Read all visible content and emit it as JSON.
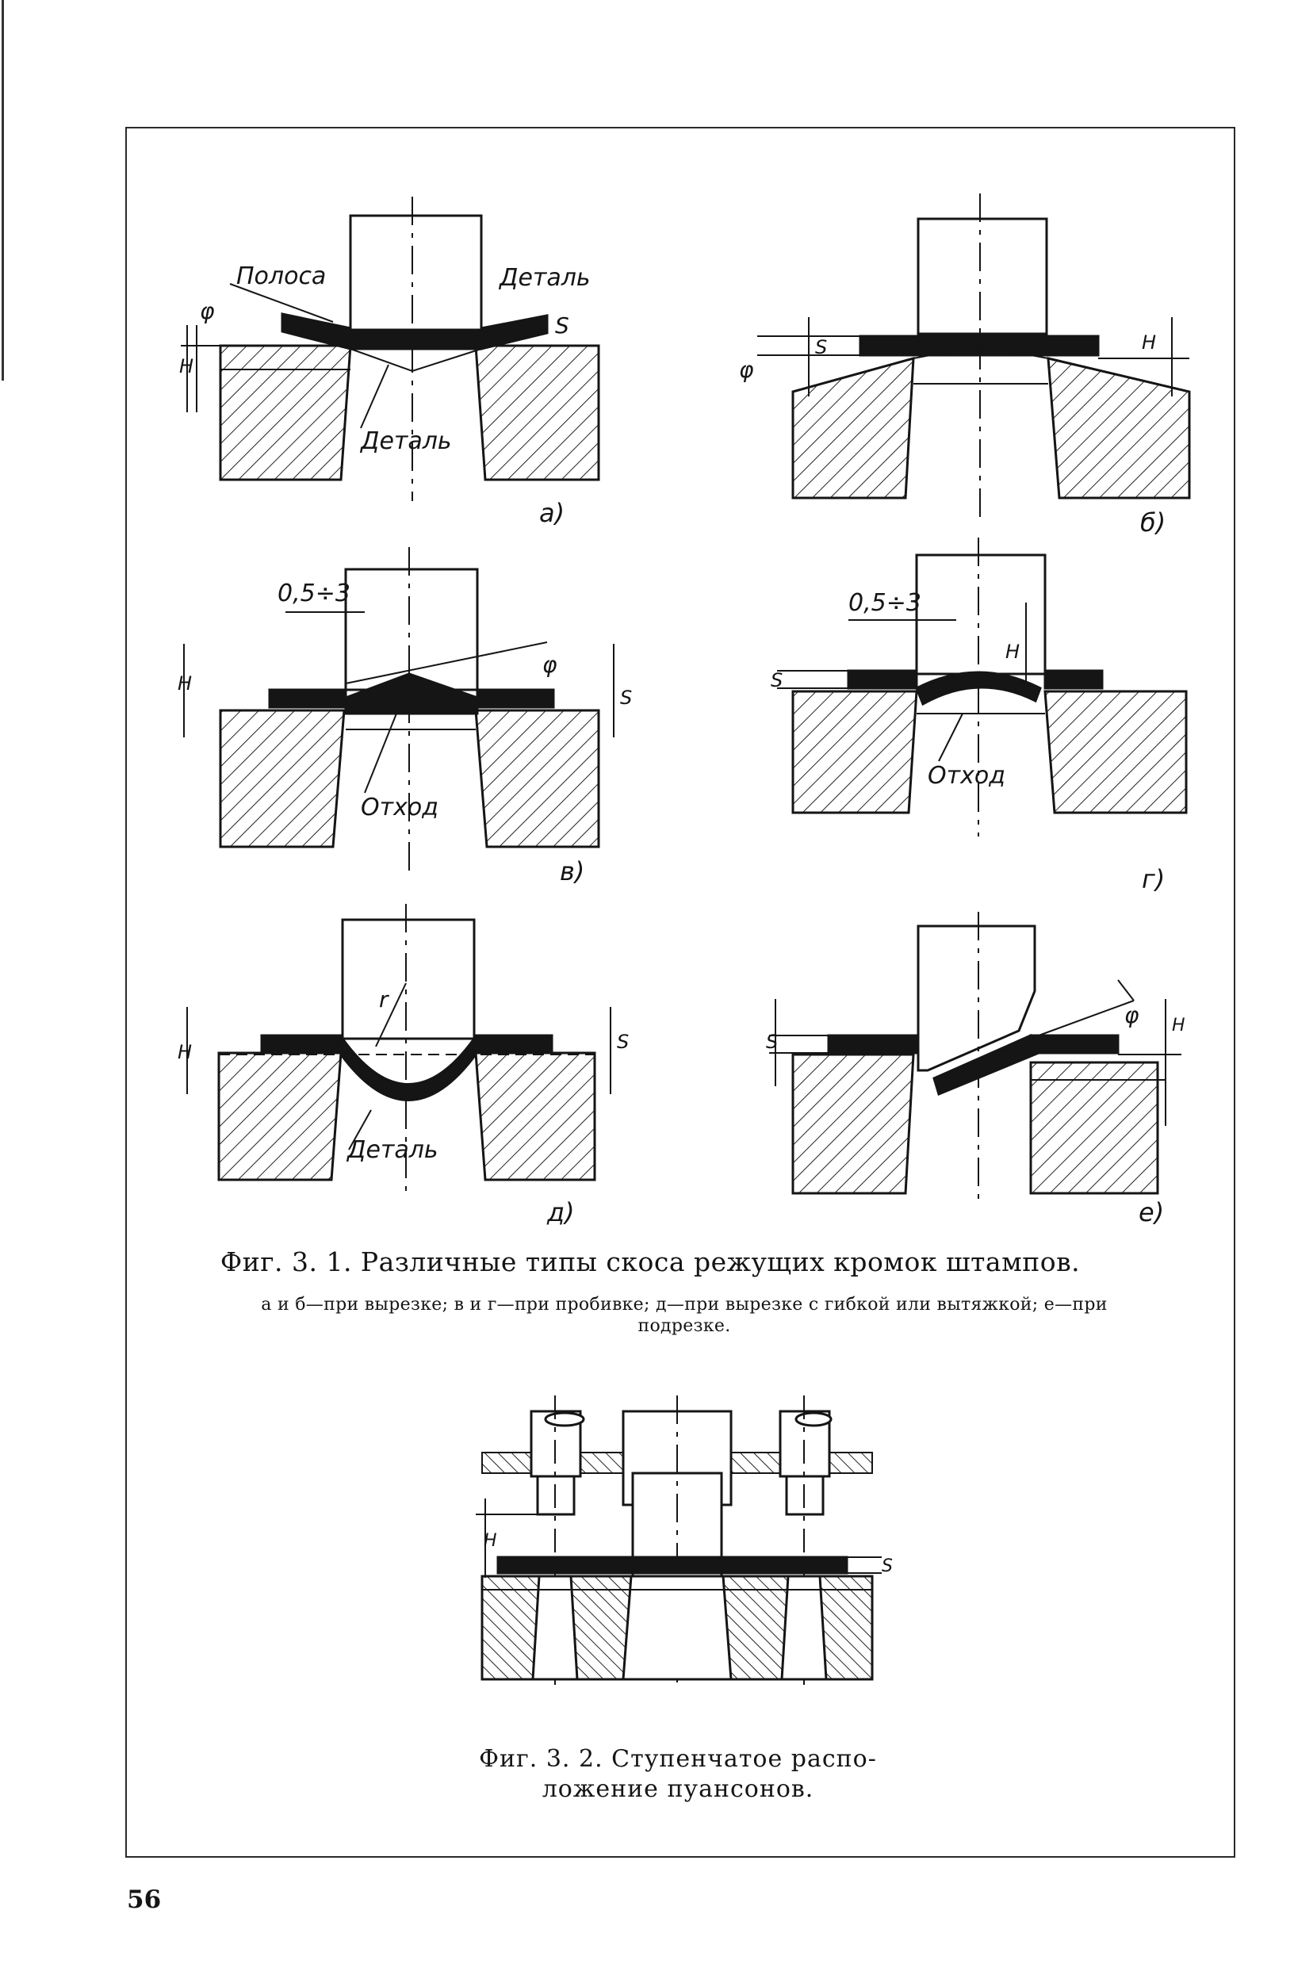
{
  "figure_1": {
    "panels": {
      "a": {
        "letter": "а)",
        "label_strip": "Полоса",
        "label_part_top": "Деталь",
        "label_part_bottom": "Деталь"
      },
      "b": {
        "letter": "б)"
      },
      "v": {
        "letter": "в)",
        "label_scrap": "Отход",
        "dimension": "0,5÷3"
      },
      "g": {
        "letter": "г)",
        "label_scrap": "Отход",
        "dimension": "0,5÷3"
      },
      "d": {
        "letter": "д)",
        "label_part": "Деталь",
        "radius": "r"
      },
      "e": {
        "letter": "е)"
      }
    },
    "dim_labels": {
      "H": "H",
      "S": "S",
      "phi": "φ"
    },
    "caption_title": "Фиг. 3. 1. Различные типы скоса режущих кромок штампов.",
    "caption_line1": "а и б—при вырезке; в и г—при пробивке; д—при вырезке с гибкой или вытяжкой; е—при",
    "caption_line2": "подрезке."
  },
  "figure_2": {
    "caption_line1": "Фиг. 3. 2. Ступенчатое распо-",
    "caption_line2": "ложение пуансонов.",
    "dim_labels": {
      "H": "H",
      "S": "S"
    }
  },
  "page": {
    "number": "56"
  },
  "colors": {
    "ink": "#151515",
    "paper": "#ffffff"
  }
}
